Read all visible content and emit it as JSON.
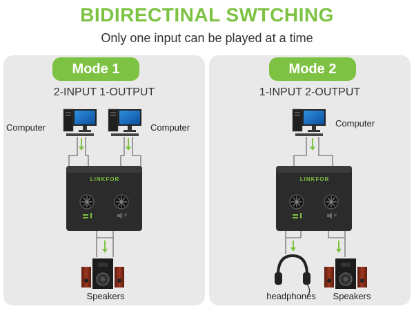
{
  "header": {
    "title": "BIDIRECTINAL SWTCHING",
    "subtitle": "Only one input can be played at a time"
  },
  "brand": "LINKFOR",
  "colors": {
    "accent": "#7dc242",
    "panel": "#e9e9e9",
    "switch_body": "#2b2b2b"
  },
  "mode1": {
    "badge": "Mode 1",
    "label": "2-INPUT 1-OUTPUT",
    "left_computer": "Computer",
    "right_computer": "Computer",
    "speakers": "Speakers"
  },
  "mode2": {
    "badge": "Mode 2",
    "label": "1-INPUT 2-OUTPUT",
    "computer": "Computer",
    "headphones": "headphones",
    "speakers": "Speakers"
  }
}
